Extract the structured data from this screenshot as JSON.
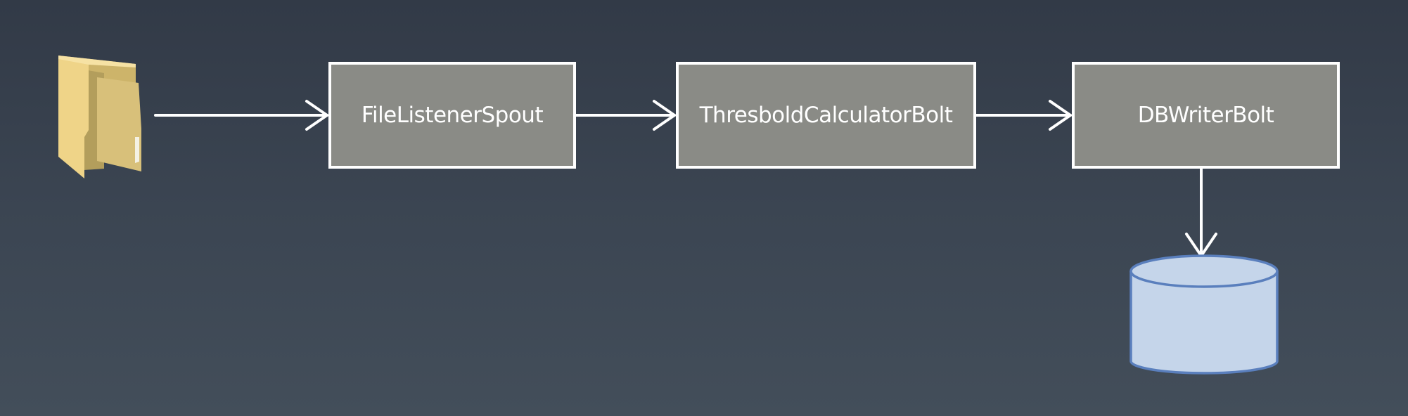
{
  "diagram": {
    "nodes": [
      {
        "id": "spout",
        "label": "FileListenerSpout"
      },
      {
        "id": "calc",
        "label": "ThresboldCalculatorBolt"
      },
      {
        "id": "db",
        "label": "DBWriterBolt"
      }
    ],
    "icons": {
      "source": "folder-icon",
      "sink": "database-icon"
    },
    "colors": {
      "node_fill": "#8a8b86",
      "node_border": "#ffffff",
      "arrow": "#ffffff",
      "folder": "#e3c77d",
      "database_fill": "#c5d5ea",
      "database_stroke": "#5a7fbd"
    }
  }
}
